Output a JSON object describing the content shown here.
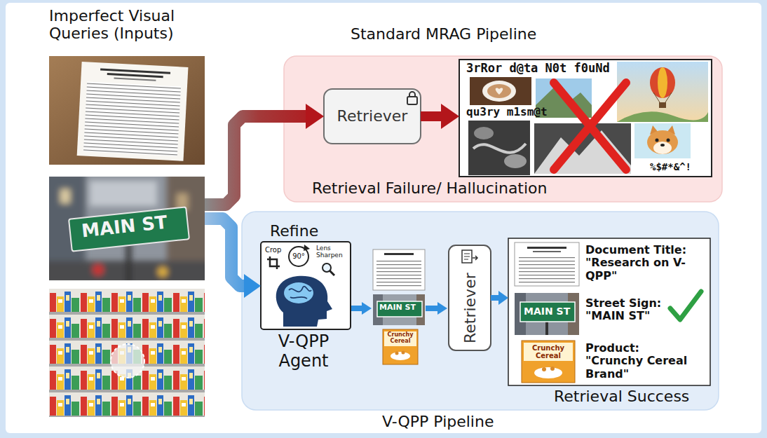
{
  "diagram": {
    "nodes": [
      {
        "text": [
          "Imperfect Visual Queries (Inputs)"
        ]
      },
      {
        "text": [
          "Standard MRAG Pipeline",
          "Retrieval Failure/ Hallucination"
        ]
      },
      {
        "text": [
          "Retriever"
        ],
        "in": 1
      },
      {
        "text": [
          "3rRor d@ta N0t f0uNd",
          "qu3ry m1sm@t",
          "%$#*&^!"
        ],
        "in": 1
      },
      {
        "text": [
          "V-QPP Pipeline",
          "Retrieval Success"
        ]
      },
      {
        "text": [
          "Refine",
          "Crop",
          "90°",
          "Lens Sharpen",
          "V-QPP Agent"
        ],
        "in": 4
      },
      {
        "text": [
          "Retriever"
        ],
        "in": 4
      },
      {
        "text": [
          "Document Title: \"Research on V-QPP\"",
          "Street Sign: \"MAIN ST\"",
          "Product: \"Crunchy Cereal Brand\""
        ],
        "in": 4
      }
    ],
    "edges": [
      {
        "from": 0,
        "to": 2,
        "arrow": "to"
      },
      {
        "from": 2,
        "to": 3,
        "arrow": "to"
      },
      {
        "from": 0,
        "to": 5,
        "arrow": "to"
      },
      {
        "from": 6,
        "to": 7,
        "arrow": "to"
      }
    ],
    "labels": [
      "MAIN ST",
      "MAIN ST",
      "MAIN ST",
      "Crunchy Cereal",
      "Crunchy Cereal"
    ]
  }
}
